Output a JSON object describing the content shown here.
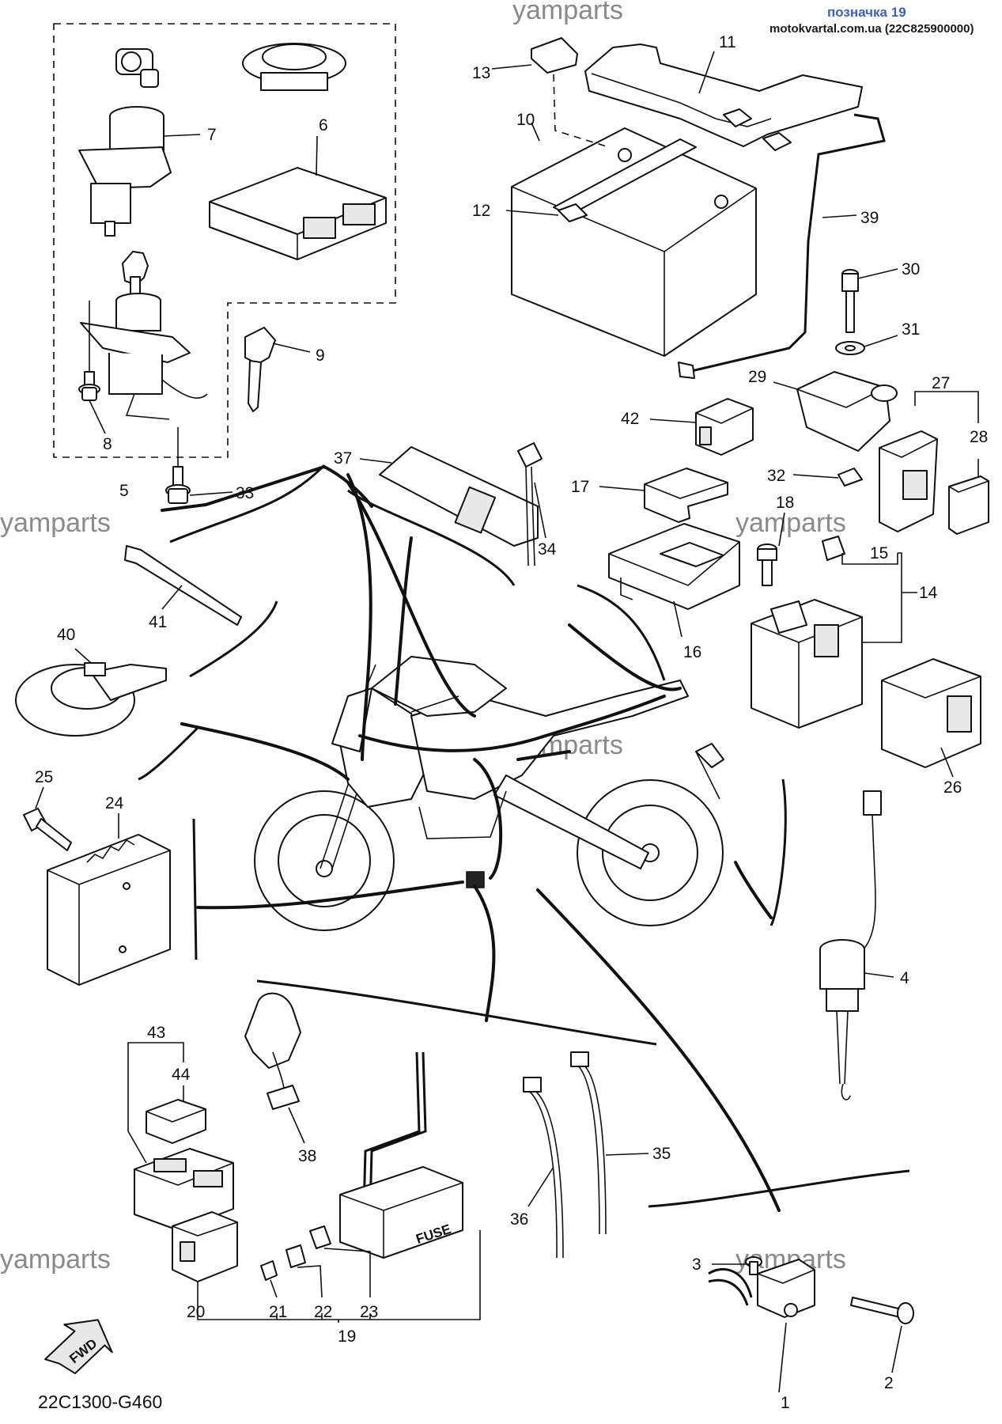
{
  "header": {
    "title": "позначка 19",
    "site": "motokvartal.com.ua (22C825900000)"
  },
  "watermark": "yamparts",
  "diagram_code": "22C1300-G460",
  "fwd_label": "FWD",
  "fuse_label": "FUSE",
  "callouts": [
    "1",
    "2",
    "3",
    "4",
    "5",
    "6",
    "7",
    "8",
    "9",
    "10",
    "11",
    "12",
    "13",
    "14",
    "15",
    "16",
    "17",
    "18",
    "19",
    "20",
    "21",
    "22",
    "23",
    "24",
    "25",
    "26",
    "27",
    "28",
    "29",
    "30",
    "31",
    "32",
    "33",
    "34",
    "35",
    "36",
    "37",
    "38",
    "39",
    "40",
    "41",
    "42",
    "43",
    "44"
  ],
  "colors": {
    "header_title": "#3a5fc8",
    "watermark": "#8a8a8a",
    "ink": "#111111"
  }
}
